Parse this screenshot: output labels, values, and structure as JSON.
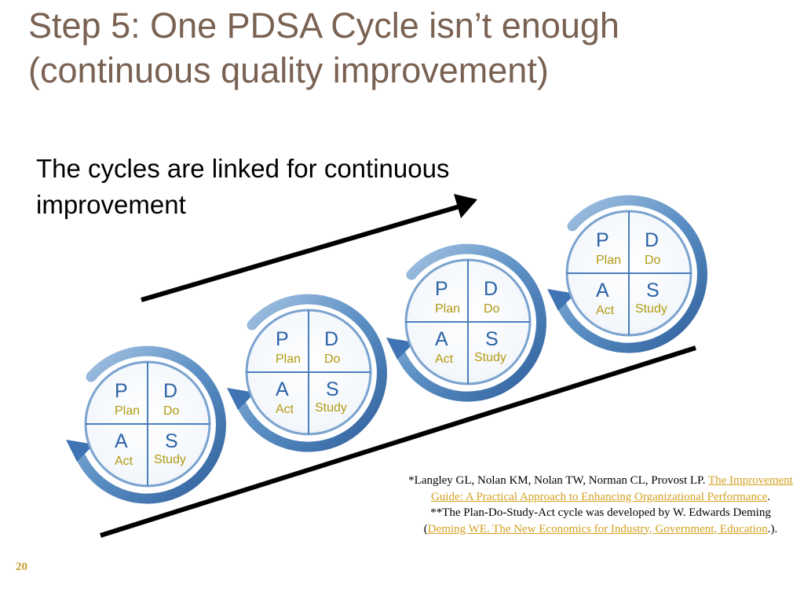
{
  "slide": {
    "title": "Step 5: One PDSA Cycle isn’t enough (continuous quality improvement)",
    "subtitle": "The cycles are linked for continuous improvement",
    "slide_number": "20"
  },
  "cycle": {
    "letters": [
      "P",
      "D",
      "A",
      "S"
    ],
    "words": [
      "Plan",
      "Do",
      "Act",
      "Study"
    ]
  },
  "citation": {
    "part1": "*Langley GL, Nolan KM, Nolan TW, Norman CL, Provost LP. ",
    "link1": "The Improvement Guide: A Practical Approach to Enhancing Organizational Performance",
    "part2": ".",
    "part3": "**The Plan-Do-Study-Act cycle was developed by W. Edwards Deming (",
    "link2": "Deming WE. The New Economics for Industry, Government, Education",
    "part4": ".)."
  },
  "colors": {
    "title": "#7a6253",
    "cycle_blue": "#2c63a6",
    "cycle_ring": "#5b8fc4",
    "word_olive": "#b29a10",
    "link": "#d4a020"
  }
}
